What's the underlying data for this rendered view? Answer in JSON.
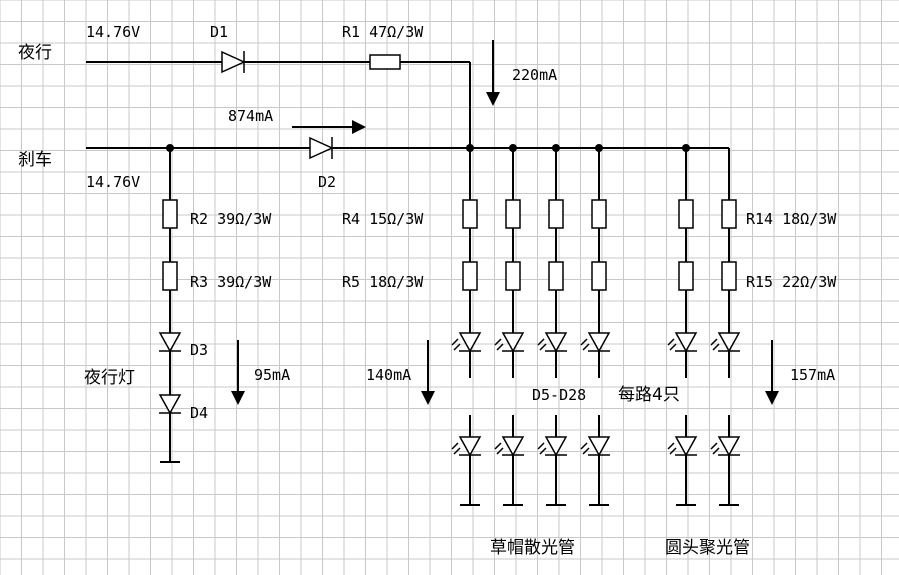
{
  "labels": {
    "night_input": "夜行",
    "brake_input": "刹车",
    "voltage_top": "14.76V",
    "voltage_brake": "14.76V",
    "d1": "D1",
    "d2": "D2",
    "r1": "R1 47Ω/3W",
    "i_220": "220mA",
    "i_874": "874mA",
    "r2": "R2 39Ω/3W",
    "r3": "R3 39Ω/3W",
    "d3": "D3",
    "d4": "D4",
    "night_lamp": "夜行灯",
    "i_95": "95mA",
    "r4": "R4 15Ω/3W",
    "r5": "R5 18Ω/3W",
    "i_140": "140mA",
    "d5_d28": "D5-D28",
    "per_branch": "每路4只",
    "r14": "R14 18Ω/3W",
    "r15": "R15 22Ω/3W",
    "i_157": "157mA",
    "straw_hat": "草帽散光管",
    "round_head": "圆头聚光管"
  }
}
